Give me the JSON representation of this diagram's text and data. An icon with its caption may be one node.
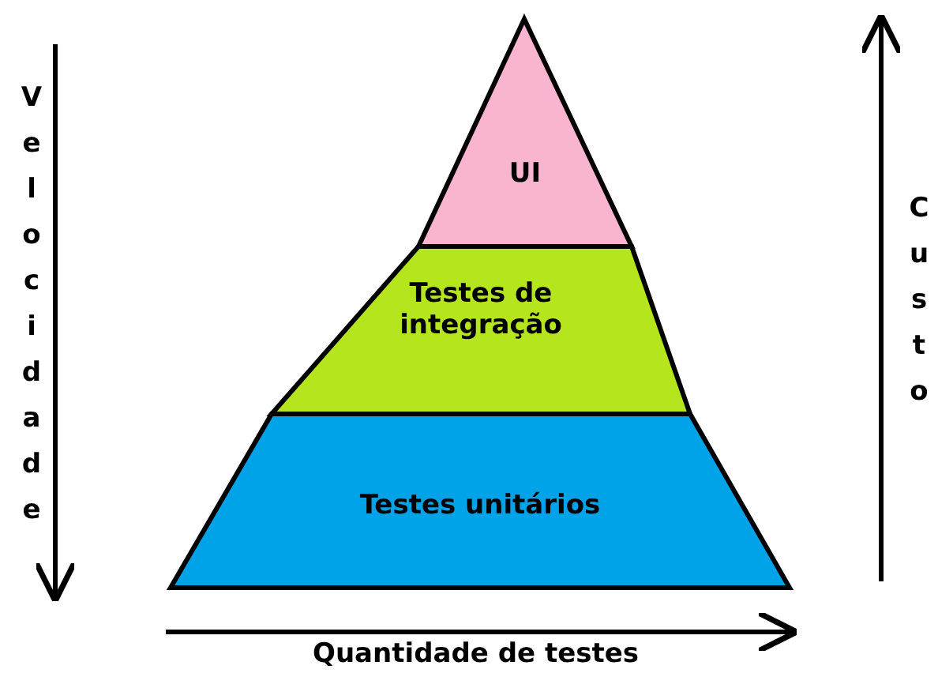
{
  "diagram": {
    "nodes": [
      {
        "text": [
          "UI"
        ]
      },
      {
        "text": [
          "Testes de integração"
        ]
      },
      {
        "text": [
          "Testes unitários"
        ]
      }
    ],
    "labels": [
      "Velocidade",
      "Custo",
      "Quantidade de testes"
    ]
  }
}
